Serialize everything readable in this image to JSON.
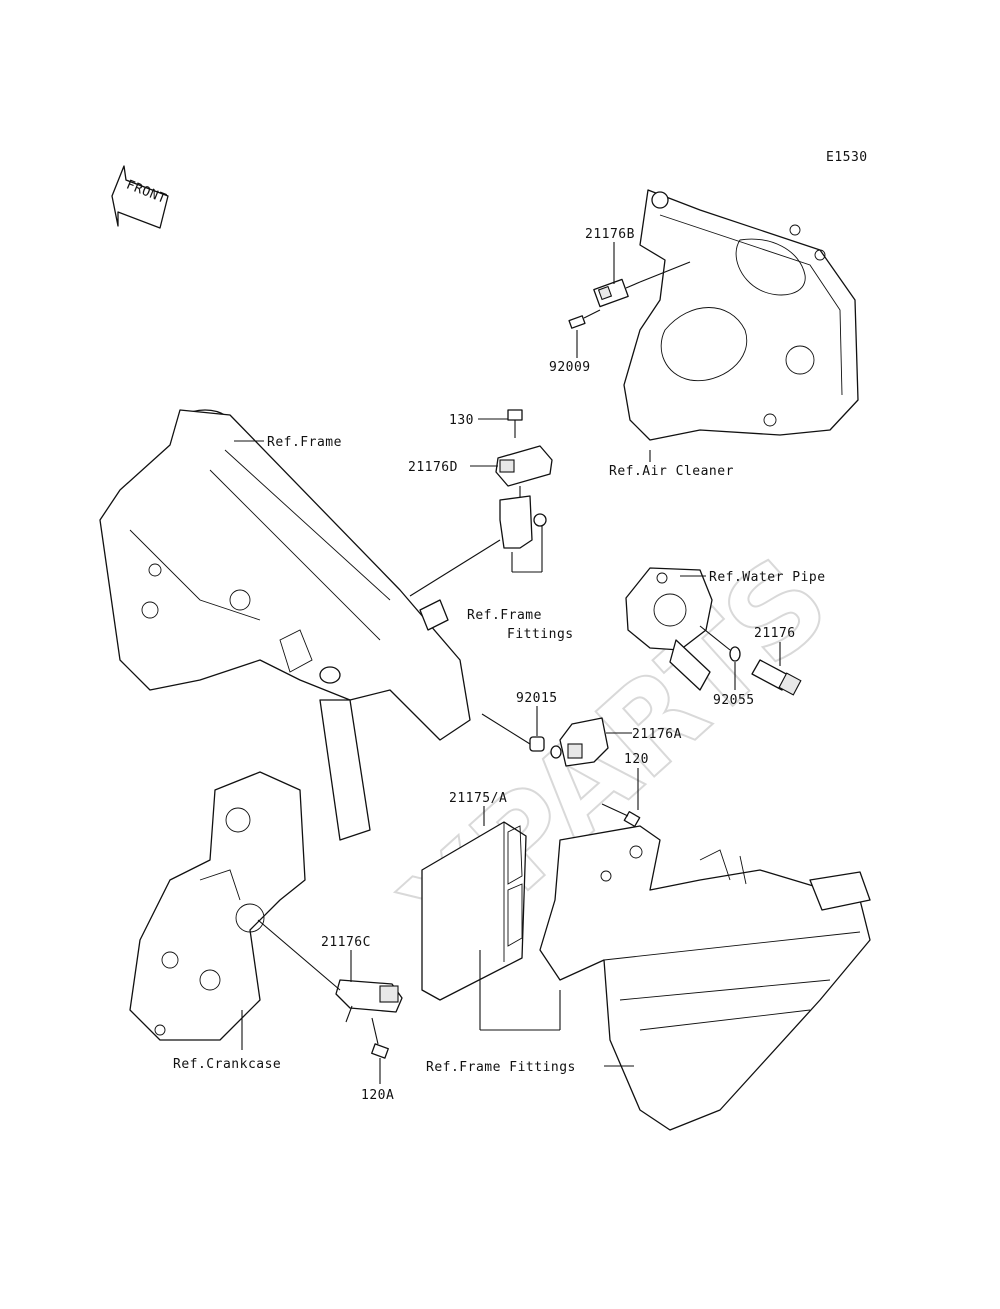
{
  "diagram_code": "E1530",
  "front_label": "FRONT",
  "watermark": "XPARTS",
  "labels": {
    "p21176B": "21176B",
    "p92009": "92009",
    "p130": "130",
    "p21176D": "21176D",
    "ref_frame": "Ref.Frame",
    "ref_air_cleaner": "Ref.Air Cleaner",
    "ref_water_pipe": "Ref.Water Pipe",
    "ref_frame_fittings_1": "Ref.Frame",
    "ref_frame_fittings_2": "Fittings",
    "p21176": "21176",
    "p92055": "92055",
    "p92015": "92015",
    "p21176A": "21176A",
    "p120": "120",
    "p21175A": "21175/A",
    "p21176C": "21176C",
    "ref_crankcase": "Ref.Crankcase",
    "ref_frame_fittings_bottom": "Ref.Frame Fittings",
    "p120A": "120A"
  }
}
